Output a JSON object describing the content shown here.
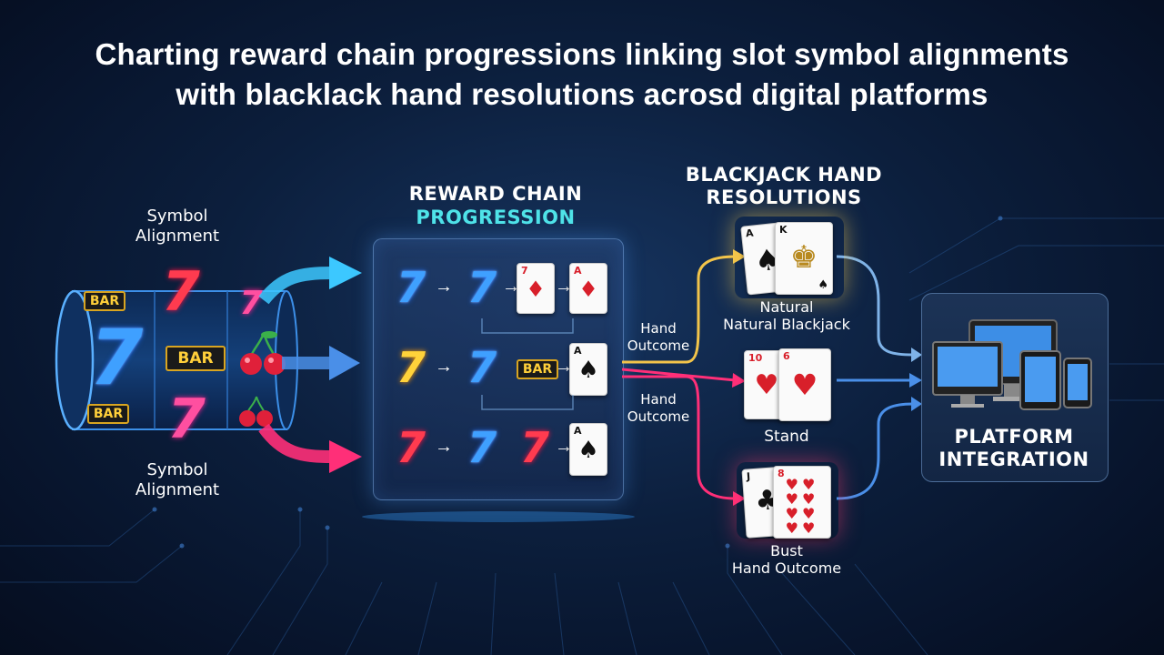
{
  "title_line1": "Charting reward chain progressions linking slot symbol alignments",
  "title_line2": "with blacklack hand resolutions acrosd digital platforms",
  "left": {
    "label_top": [
      "Symbol",
      "Alignment"
    ],
    "label_bottom": [
      "Symbol",
      "Alignment"
    ],
    "reel_bar": "BAR",
    "reel_seven": "7"
  },
  "reward": {
    "header1": "REWARD CHAIN",
    "header2": "PROGRESSION",
    "seven": "7",
    "bar": "BAR",
    "card_seven": "7",
    "card_ace": "A"
  },
  "outcomes": {
    "hand_outcome_1": [
      "Hand",
      "Outcome"
    ],
    "hand_outcome_2": [
      "Hand",
      "Outcome"
    ]
  },
  "blackjack": {
    "header1": "BLACKJACK HAND",
    "header2": "RESOLUTIONS",
    "natural_1": "Natural",
    "natural_2": "Natural Blackjack",
    "stand": "Stand",
    "bust_1": "Bust",
    "bust_2": "Hand Outcome",
    "cards": {
      "a": "A",
      "k": "K",
      "ten": "10",
      "six": "6",
      "j": "J",
      "eight": "8"
    }
  },
  "platform": {
    "line1": "PLATFORM",
    "line2": "INTEGRATION"
  },
  "colors": {
    "cyan_arrow": "#3cc8ff",
    "blue_arrow": "#4a8fe8",
    "pink_arrow": "#ff2f78",
    "gold_line": "#f2c44a",
    "progression_cyan": "#4fe3e8"
  }
}
